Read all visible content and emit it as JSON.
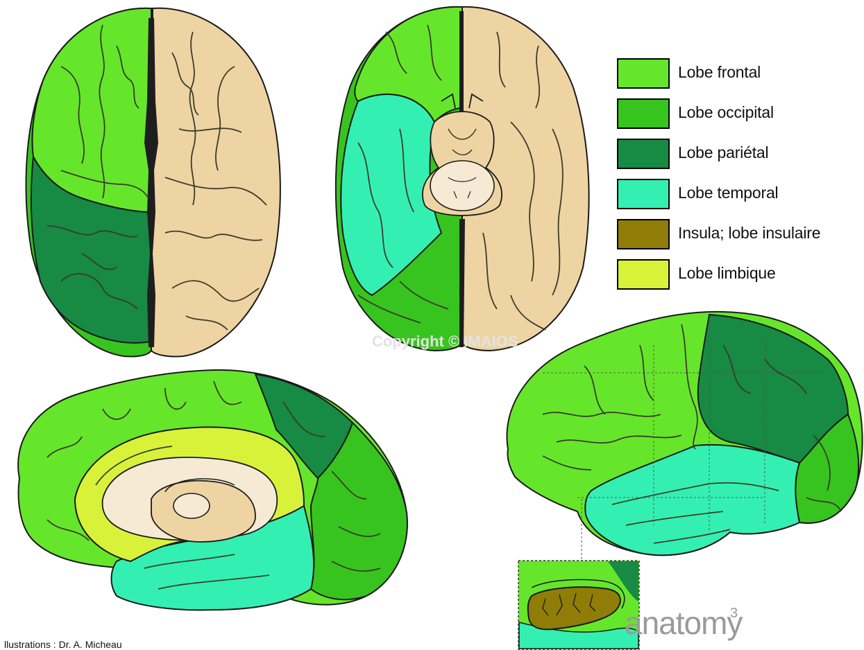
{
  "legend": {
    "items": [
      {
        "label": "Lobe frontal",
        "color": "#66e62a"
      },
      {
        "label": "Lobe occipital",
        "color": "#38c41e"
      },
      {
        "label": "Lobe pariétal",
        "color": "#178a44"
      },
      {
        "label": "Lobe temporal",
        "color": "#33f0b2"
      },
      {
        "label": "Insula; lobe insulaire",
        "color": "#8f7d08"
      },
      {
        "label": "Lobe limbique",
        "color": "#d8f23a"
      }
    ]
  },
  "credit": "llustrations : Dr. A. Micheau",
  "brand": {
    "name": "anatomy",
    "superscript": "3"
  },
  "watermark": "Copyright © IMAIOS",
  "colors": {
    "frontal": "#66e62a",
    "occipital": "#38c41e",
    "parietal": "#178a44",
    "temporal": "#33f0b2",
    "insula": "#8f7d08",
    "limbic": "#d8f23a",
    "unlabeled_hemisphere": "#eed4a3",
    "deep_structures": "#f6ead4",
    "outline": "#1a1a1a",
    "sulcus": "#3b3b2c"
  }
}
